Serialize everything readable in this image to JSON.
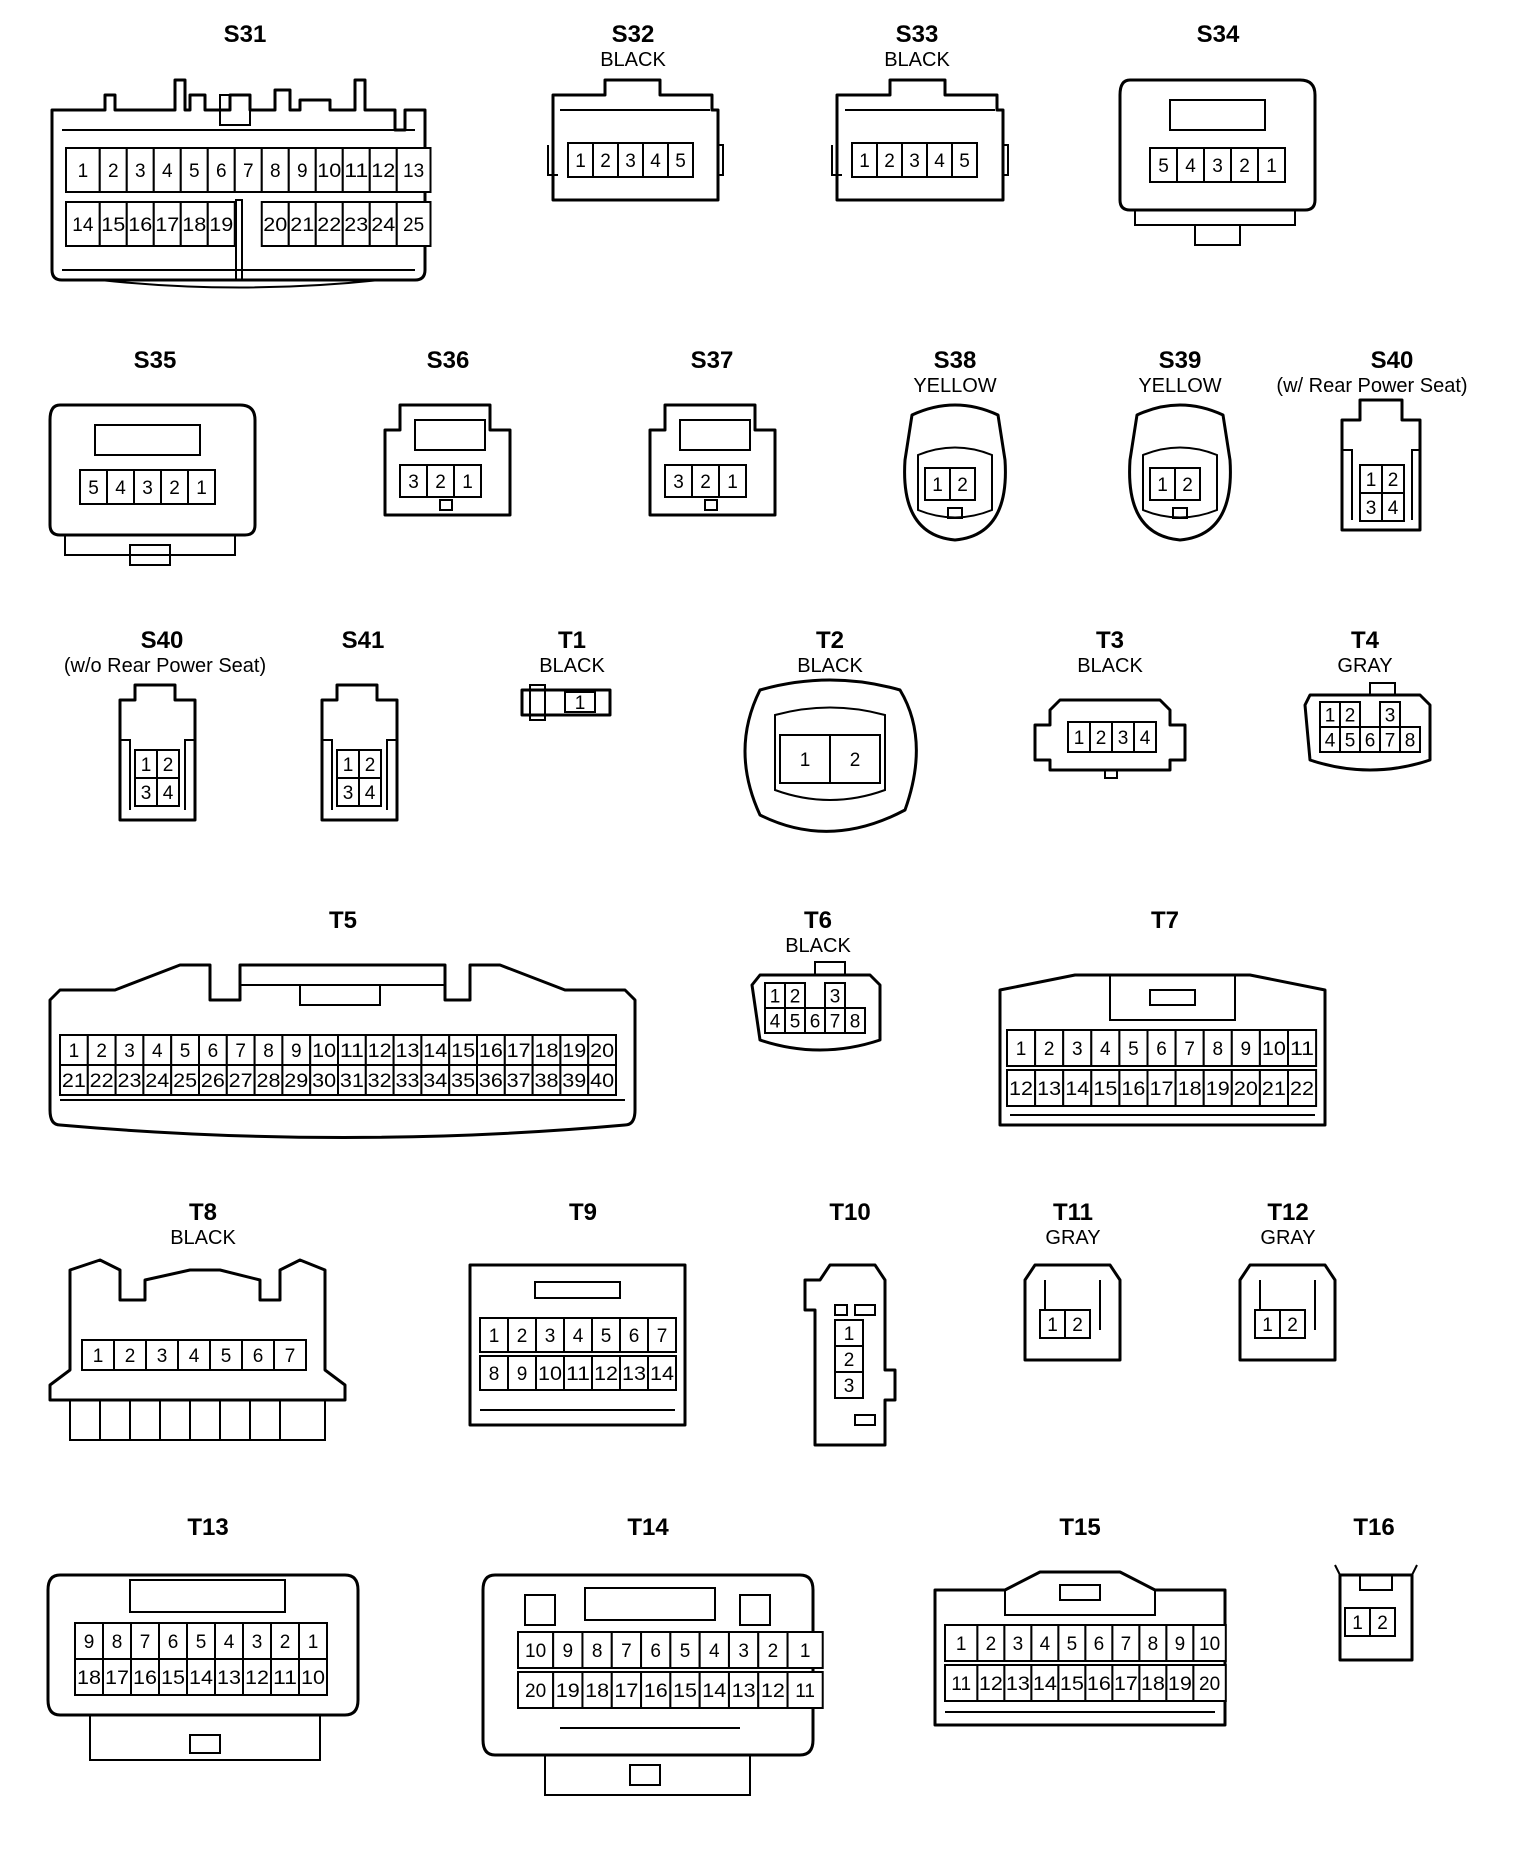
{
  "connectors": [
    {
      "id": "S31",
      "label": "S31",
      "color": "",
      "rows": [
        [
          "1",
          "2",
          "3",
          "4",
          "5",
          "6",
          "7",
          "8",
          "9",
          "10",
          "11",
          "12",
          "13"
        ],
        [
          "14",
          "15",
          "16",
          "17",
          "18",
          "19",
          "",
          "20",
          "21",
          "22",
          "23",
          "24",
          "25"
        ]
      ]
    },
    {
      "id": "S32",
      "label": "S32",
      "color": "BLACK",
      "rows": [
        [
          "1",
          "2",
          "3",
          "4",
          "5"
        ]
      ]
    },
    {
      "id": "S33",
      "label": "S33",
      "color": "BLACK",
      "rows": [
        [
          "1",
          "2",
          "3",
          "4",
          "5"
        ]
      ]
    },
    {
      "id": "S34",
      "label": "S34",
      "color": "",
      "rows": [
        [
          "5",
          "4",
          "3",
          "2",
          "1"
        ]
      ]
    },
    {
      "id": "S35",
      "label": "S35",
      "color": "",
      "rows": [
        [
          "5",
          "4",
          "3",
          "2",
          "1"
        ]
      ]
    },
    {
      "id": "S36",
      "label": "S36",
      "color": "",
      "rows": [
        [
          "3",
          "2",
          "1"
        ]
      ]
    },
    {
      "id": "S37",
      "label": "S37",
      "color": "",
      "rows": [
        [
          "3",
          "2",
          "1"
        ]
      ]
    },
    {
      "id": "S38",
      "label": "S38",
      "color": "YELLOW",
      "rows": [
        [
          "1",
          "2"
        ]
      ]
    },
    {
      "id": "S39",
      "label": "S39",
      "color": "YELLOW",
      "rows": [
        [
          "1",
          "2"
        ]
      ]
    },
    {
      "id": "S40a",
      "label": "S40",
      "color": "(w/ Rear Power Seat)",
      "rows": [
        [
          "1",
          "2"
        ],
        [
          "3",
          "4"
        ]
      ]
    },
    {
      "id": "S40b",
      "label": "S40",
      "color": "(w/o Rear Power Seat)",
      "rows": [
        [
          "1",
          "2"
        ],
        [
          "3",
          "4"
        ]
      ]
    },
    {
      "id": "S41",
      "label": "S41",
      "color": "",
      "rows": [
        [
          "1",
          "2"
        ],
        [
          "3",
          "4"
        ]
      ]
    },
    {
      "id": "T1",
      "label": "T1",
      "color": "BLACK",
      "rows": [
        [
          "1"
        ]
      ]
    },
    {
      "id": "T2",
      "label": "T2",
      "color": "BLACK",
      "rows": [
        [
          "1",
          "2"
        ]
      ]
    },
    {
      "id": "T3",
      "label": "T3",
      "color": "BLACK",
      "rows": [
        [
          "1",
          "2",
          "3",
          "4"
        ]
      ]
    },
    {
      "id": "T4",
      "label": "T4",
      "color": "GRAY",
      "rows": [
        [
          "1",
          "2",
          "",
          "3"
        ],
        [
          "4",
          "5",
          "6",
          "7",
          "8"
        ]
      ]
    },
    {
      "id": "T5",
      "label": "T5",
      "color": "",
      "rows": [
        [
          "1",
          "2",
          "3",
          "4",
          "5",
          "6",
          "7",
          "8",
          "9",
          "10",
          "11",
          "12",
          "13",
          "14",
          "15",
          "16",
          "17",
          "18",
          "19",
          "20"
        ],
        [
          "21",
          "22",
          "23",
          "24",
          "25",
          "26",
          "27",
          "28",
          "29",
          "30",
          "31",
          "32",
          "33",
          "34",
          "35",
          "36",
          "37",
          "38",
          "39",
          "40"
        ]
      ]
    },
    {
      "id": "T6",
      "label": "T6",
      "color": "BLACK",
      "rows": [
        [
          "1",
          "2",
          "",
          "3"
        ],
        [
          "4",
          "5",
          "6",
          "7",
          "8"
        ]
      ]
    },
    {
      "id": "T7",
      "label": "T7",
      "color": "",
      "rows": [
        [
          "1",
          "2",
          "3",
          "4",
          "5",
          "6",
          "7",
          "8",
          "9",
          "10",
          "11"
        ],
        [
          "12",
          "13",
          "14",
          "15",
          "16",
          "17",
          "18",
          "19",
          "20",
          "21",
          "22"
        ]
      ]
    },
    {
      "id": "T8",
      "label": "T8",
      "color": "BLACK",
      "rows": [
        [
          "1",
          "2",
          "3",
          "4",
          "5",
          "6",
          "7"
        ]
      ]
    },
    {
      "id": "T9",
      "label": "T9",
      "color": "",
      "rows": [
        [
          "1",
          "2",
          "3",
          "4",
          "5",
          "6",
          "7"
        ],
        [
          "8",
          "9",
          "10",
          "11",
          "12",
          "13",
          "14"
        ]
      ]
    },
    {
      "id": "T10",
      "label": "T10",
      "color": "",
      "rows": [
        [
          "1"
        ],
        [
          "2"
        ],
        [
          "3"
        ]
      ]
    },
    {
      "id": "T11",
      "label": "T11",
      "color": "GRAY",
      "rows": [
        [
          "1",
          "2"
        ]
      ]
    },
    {
      "id": "T12",
      "label": "T12",
      "color": "GRAY",
      "rows": [
        [
          "1",
          "2"
        ]
      ]
    },
    {
      "id": "T13",
      "label": "T13",
      "color": "",
      "rows": [
        [
          "9",
          "8",
          "7",
          "6",
          "5",
          "4",
          "3",
          "2",
          "1"
        ],
        [
          "18",
          "17",
          "16",
          "15",
          "14",
          "13",
          "12",
          "11",
          "10"
        ]
      ]
    },
    {
      "id": "T14",
      "label": "T14",
      "color": "",
      "rows": [
        [
          "10",
          "9",
          "8",
          "7",
          "6",
          "5",
          "4",
          "3",
          "2",
          "1"
        ],
        [
          "20",
          "19",
          "18",
          "17",
          "16",
          "15",
          "14",
          "13",
          "12",
          "11"
        ]
      ]
    },
    {
      "id": "T15",
      "label": "T15",
      "color": "",
      "rows": [
        [
          "1",
          "2",
          "3",
          "4",
          "5",
          "6",
          "7",
          "8",
          "9",
          "10"
        ],
        [
          "11",
          "12",
          "13",
          "14",
          "15",
          "16",
          "17",
          "18",
          "19",
          "20"
        ]
      ]
    },
    {
      "id": "T16",
      "label": "T16",
      "color": "",
      "rows": [
        [
          "1",
          "2"
        ]
      ]
    }
  ]
}
